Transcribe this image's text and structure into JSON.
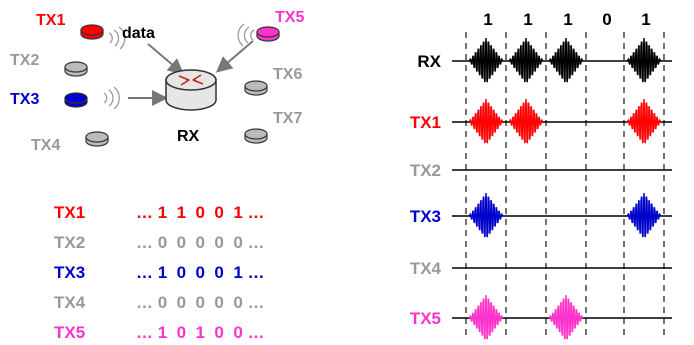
{
  "colors": {
    "tx1": "#ff0000",
    "tx2": "#999999",
    "tx3": "#0000cc",
    "tx4": "#999999",
    "tx5": "#ff33cc",
    "tx6": "#999999",
    "tx7": "#999999",
    "rx": "#000000",
    "grid": "#000000",
    "router_body": "#e6e6e6"
  },
  "network": {
    "tx_labels": {
      "tx1": "TX1",
      "tx2": "TX2",
      "tx3": "TX3",
      "tx4": "TX4",
      "tx5": "TX5",
      "tx6": "TX6",
      "tx7": "TX7"
    },
    "rx_label": "RX",
    "data_label": "data",
    "icons": [
      "router-icon",
      "device-icon",
      "signal-waves-icon",
      "arrow-icon"
    ]
  },
  "bit_table": {
    "rows": [
      {
        "id": "tx1",
        "label": "TX1",
        "bits": "… 1  1  0  0  1 …"
      },
      {
        "id": "tx2",
        "label": "TX2",
        "bits": "… 0  0  0  0  0 …"
      },
      {
        "id": "tx3",
        "label": "TX3",
        "bits": "… 1  0  0  0  1 …"
      },
      {
        "id": "tx4",
        "label": "TX4",
        "bits": "… 0  0  0  0  0 …"
      },
      {
        "id": "tx5",
        "label": "TX5",
        "bits": "… 1  0  1  0  0 …"
      }
    ]
  },
  "timing": {
    "slot_labels": [
      "1",
      "1",
      "1",
      "0",
      "1"
    ],
    "rows": [
      {
        "id": "rx",
        "label": "RX",
        "pulses": [
          1,
          1,
          1,
          0,
          1
        ]
      },
      {
        "id": "tx1",
        "label": "TX1",
        "pulses": [
          1,
          1,
          0,
          0,
          1
        ]
      },
      {
        "id": "tx2",
        "label": "TX2",
        "pulses": [
          0,
          0,
          0,
          0,
          0
        ]
      },
      {
        "id": "tx3",
        "label": "TX3",
        "pulses": [
          1,
          0,
          0,
          0,
          1
        ]
      },
      {
        "id": "tx4",
        "label": "TX4",
        "pulses": [
          0,
          0,
          0,
          0,
          0
        ]
      },
      {
        "id": "tx5",
        "label": "TX5",
        "pulses": [
          1,
          0,
          1,
          0,
          0
        ]
      }
    ]
  }
}
